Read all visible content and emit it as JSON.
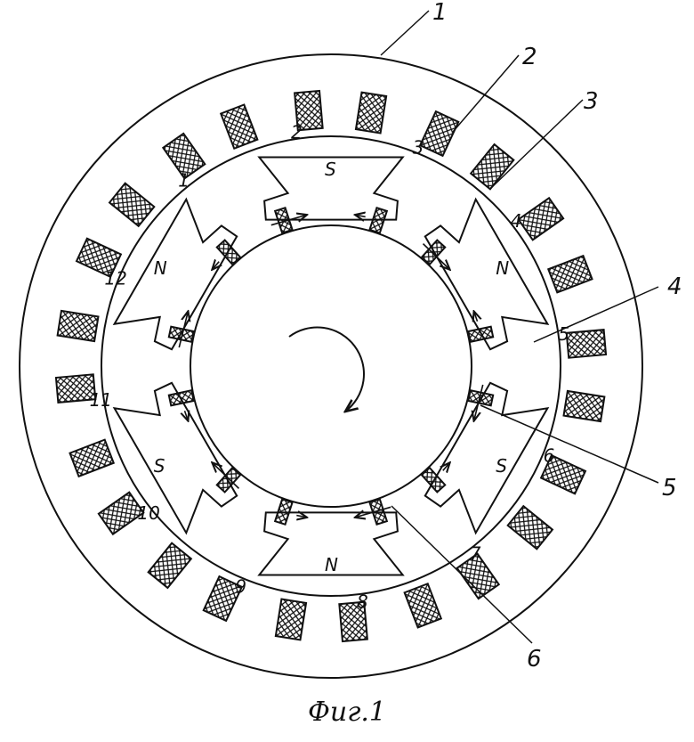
{
  "figure": {
    "caption": "Фиг.1",
    "part_labels": [
      "1",
      "2",
      "3",
      "4",
      "5",
      "6"
    ],
    "slot_numbers": [
      "1",
      "2",
      "3",
      "4",
      "5",
      "6",
      "7",
      "8",
      "9",
      "10",
      "11",
      "12"
    ],
    "pole_labels": [
      "S",
      "N",
      "S",
      "N",
      "S",
      "N"
    ]
  }
}
